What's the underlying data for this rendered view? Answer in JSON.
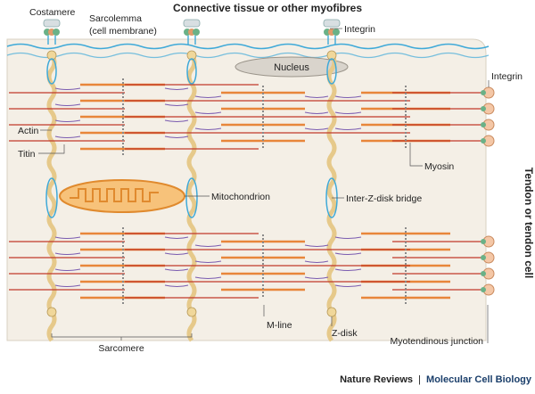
{
  "header": {
    "title": "Connective tissue or other myofibres"
  },
  "side_label": "Tendon or tendon cell",
  "labels": {
    "costamere": "Costamere",
    "sarcolemma_1": "Sarcolemma",
    "sarcolemma_2": "(cell membrane)",
    "integrin_top": "Integrin",
    "integrin_right": "Integrin",
    "nucleus": "Nucleus",
    "actin": "Actin",
    "titin": "Titin",
    "myosin": "Myosin",
    "mitochondrion": "Mitochondrion",
    "inter_z_disk_bridge": "Inter-Z-disk bridge",
    "m_line": "M-line",
    "z_disk": "Z-disk",
    "sarcomere": "Sarcomere",
    "myotendinous_junction": "Myotendinous junction"
  },
  "footer": {
    "journal": "Nature Reviews",
    "separator": "|",
    "section": "Molecular Cell Biology"
  },
  "colors": {
    "cell_fill": "#f4efe6",
    "membrane": "#3fa9d8",
    "actin": "#c0392b",
    "myosin": "#e8863a",
    "titin": "#7a5bb0",
    "z_disk": "#e6c98a",
    "mitochondrion": "#f2a349",
    "integrin": "#6ab187",
    "journal_text": "#1b3f6b"
  }
}
